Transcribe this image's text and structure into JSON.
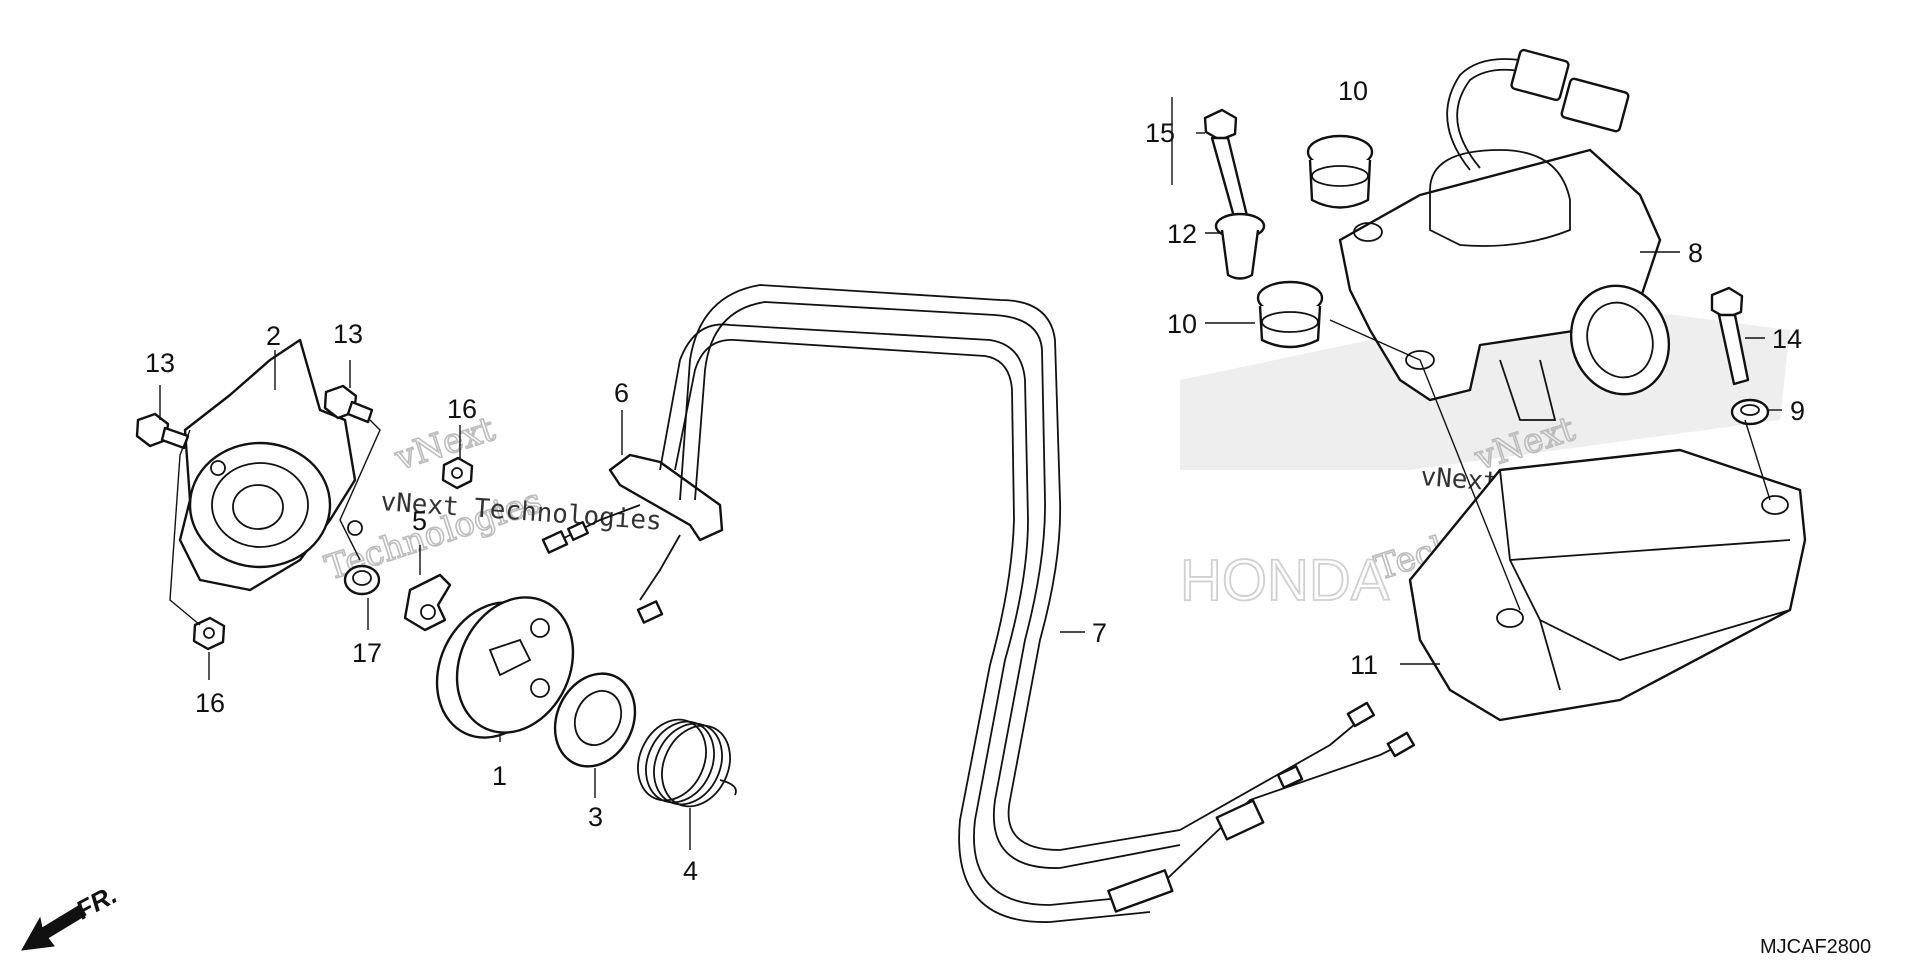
{
  "diagram": {
    "callouts": [
      {
        "id": "1",
        "label": "1"
      },
      {
        "id": "2",
        "label": "2"
      },
      {
        "id": "3",
        "label": "3"
      },
      {
        "id": "4",
        "label": "4"
      },
      {
        "id": "5",
        "label": "5"
      },
      {
        "id": "6",
        "label": "6"
      },
      {
        "id": "7",
        "label": "7"
      },
      {
        "id": "8",
        "label": "8"
      },
      {
        "id": "9",
        "label": "9"
      },
      {
        "id": "10a",
        "label": "10"
      },
      {
        "id": "10b",
        "label": "10"
      },
      {
        "id": "11",
        "label": "11"
      },
      {
        "id": "12",
        "label": "12"
      },
      {
        "id": "13a",
        "label": "13"
      },
      {
        "id": "13b",
        "label": "13"
      },
      {
        "id": "14",
        "label": "14"
      },
      {
        "id": "15",
        "label": "15"
      },
      {
        "id": "16a",
        "label": "16"
      },
      {
        "id": "16b",
        "label": "16"
      },
      {
        "id": "17",
        "label": "17"
      }
    ],
    "direction_label": "FR.",
    "diagram_code": "MJCAF2800",
    "watermark_text": "vNext Technologies",
    "watermark_line1": "vNext",
    "watermark_line2": "Technologies",
    "brand_watermark": "HONDA"
  }
}
